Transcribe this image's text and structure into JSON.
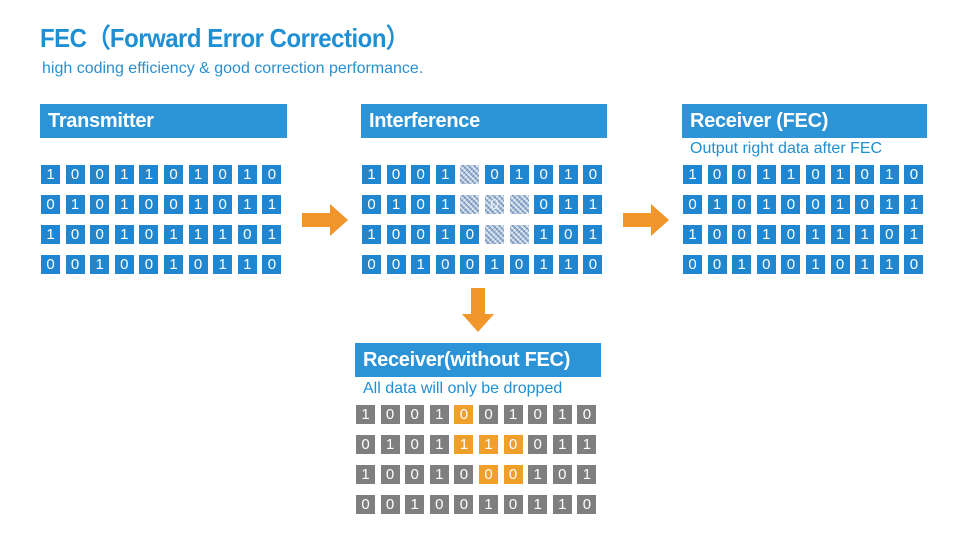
{
  "header": {
    "title": "FEC（Forward Error Correction）",
    "subtitle": "high coding efficiency & good correction performance."
  },
  "colors": {
    "accent_blue": "#2c93d6",
    "bit_blue": "#1f86cf",
    "bit_gray": "#7f7f7f",
    "bit_error_orange": "#f0a02a",
    "arrow_orange": "#f0962a"
  },
  "panels": {
    "transmitter": {
      "label": "Transmitter",
      "rows": [
        [
          "1",
          "0",
          "0",
          "1",
          "1",
          "0",
          "1",
          "0",
          "1",
          "0"
        ],
        [
          "0",
          "1",
          "0",
          "1",
          "0",
          "0",
          "1",
          "0",
          "1",
          "1"
        ],
        [
          "1",
          "0",
          "0",
          "1",
          "0",
          "1",
          "1",
          "1",
          "0",
          "1"
        ],
        [
          "0",
          "0",
          "1",
          "0",
          "0",
          "1",
          "0",
          "1",
          "1",
          "0"
        ]
      ]
    },
    "interference": {
      "label": "Interference",
      "rows": [
        [
          "1",
          "0",
          "0",
          "1",
          "",
          "0",
          "1",
          "0",
          "1",
          "0"
        ],
        [
          "0",
          "1",
          "0",
          "1",
          "",
          "0",
          "",
          "0",
          "1",
          "1"
        ],
        [
          "1",
          "0",
          "0",
          "1",
          "0",
          "",
          "",
          "1",
          "0",
          "1"
        ],
        [
          "0",
          "0",
          "1",
          "0",
          "0",
          "1",
          "0",
          "1",
          "1",
          "0"
        ]
      ],
      "noisy_cells": [
        [
          0,
          4
        ],
        [
          1,
          4
        ],
        [
          1,
          5
        ],
        [
          1,
          6
        ],
        [
          2,
          5
        ],
        [
          2,
          6
        ]
      ]
    },
    "receiver_fec": {
      "label": "Receiver (FEC)",
      "note": "Output right data after FEC",
      "rows": [
        [
          "1",
          "0",
          "0",
          "1",
          "1",
          "0",
          "1",
          "0",
          "1",
          "0"
        ],
        [
          "0",
          "1",
          "0",
          "1",
          "0",
          "0",
          "1",
          "0",
          "1",
          "1"
        ],
        [
          "1",
          "0",
          "0",
          "1",
          "0",
          "1",
          "1",
          "1",
          "0",
          "1"
        ],
        [
          "0",
          "0",
          "1",
          "0",
          "0",
          "1",
          "0",
          "1",
          "1",
          "0"
        ]
      ]
    },
    "receiver_no_fec": {
      "label": "Receiver(without FEC)",
      "note": "All data will only be dropped",
      "rows": [
        [
          "1",
          "0",
          "0",
          "1",
          "0",
          "0",
          "1",
          "0",
          "1",
          "0"
        ],
        [
          "0",
          "1",
          "0",
          "1",
          "1",
          "1",
          "0",
          "0",
          "1",
          "1"
        ],
        [
          "1",
          "0",
          "0",
          "1",
          "0",
          "0",
          "0",
          "1",
          "0",
          "1"
        ],
        [
          "0",
          "0",
          "1",
          "0",
          "0",
          "1",
          "0",
          "1",
          "1",
          "0"
        ]
      ],
      "error_cells": [
        [
          0,
          4
        ],
        [
          1,
          4
        ],
        [
          1,
          5
        ],
        [
          1,
          6
        ],
        [
          2,
          5
        ],
        [
          2,
          6
        ]
      ]
    }
  },
  "arrows": [
    "arrow-right-icon",
    "arrow-right-icon",
    "arrow-down-icon"
  ]
}
